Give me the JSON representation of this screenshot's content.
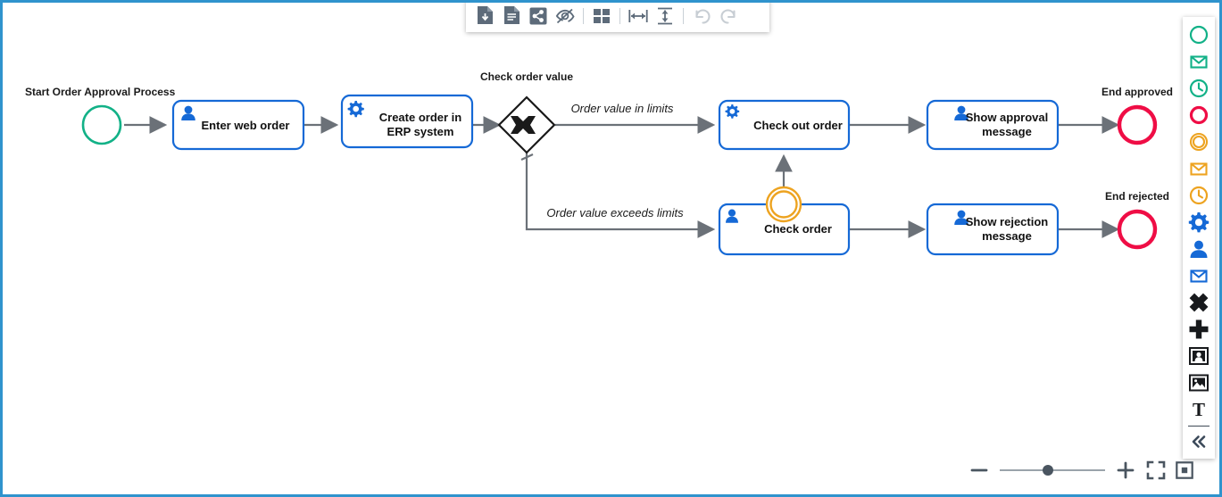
{
  "app": {
    "canvas_border_color": "#2f93cd",
    "background": "#ffffff"
  },
  "toolbar": {
    "items": [
      {
        "name": "download-file-icon",
        "label": "Download file"
      },
      {
        "name": "document-icon",
        "label": "Document"
      },
      {
        "name": "share-icon",
        "label": "Share"
      },
      {
        "name": "eye-off-icon",
        "label": "Hide"
      },
      {
        "name": "grid-layout-icon",
        "label": "Layout"
      },
      {
        "name": "distribute-horizontal-icon",
        "label": "Distribute horizontally"
      },
      {
        "name": "distribute-vertical-icon",
        "label": "Distribute vertically"
      },
      {
        "name": "undo-icon",
        "label": "Undo"
      },
      {
        "name": "redo-icon",
        "label": "Redo"
      }
    ]
  },
  "palette": {
    "items": [
      {
        "name": "start-event-icon",
        "label": "Start event",
        "color": "#12b187"
      },
      {
        "name": "message-start-event-icon",
        "label": "Message start event",
        "color": "#12b187"
      },
      {
        "name": "timer-start-event-icon",
        "label": "Timer start event",
        "color": "#12b187"
      },
      {
        "name": "end-event-icon",
        "label": "End event",
        "color": "#ef0d45"
      },
      {
        "name": "intermediate-event-icon",
        "label": "Intermediate event",
        "color": "#eda320"
      },
      {
        "name": "message-intermediate-event-icon",
        "label": "Message intermediate event",
        "color": "#eda320"
      },
      {
        "name": "timer-intermediate-event-icon",
        "label": "Timer intermediate event",
        "color": "#eda320"
      },
      {
        "name": "service-task-icon",
        "label": "Service task",
        "color": "#1569d6"
      },
      {
        "name": "user-task-icon",
        "label": "User task",
        "color": "#1569d6"
      },
      {
        "name": "send-task-icon",
        "label": "Send task",
        "color": "#1569d6"
      },
      {
        "name": "exclusive-gateway-icon",
        "label": "Exclusive gateway",
        "color": "#17191c"
      },
      {
        "name": "parallel-gateway-icon",
        "label": "Parallel gateway",
        "color": "#17191c"
      },
      {
        "name": "pool-icon",
        "label": "Pool",
        "color": "#17191c"
      },
      {
        "name": "image-icon",
        "label": "Image",
        "color": "#17191c"
      },
      {
        "name": "text-annotation-icon",
        "label": "Text annotation",
        "color": "#17191c"
      },
      {
        "name": "collapse-palette-icon",
        "label": "Collapse",
        "color": "#3c4a5a"
      }
    ]
  },
  "zoom_bar": {
    "zoom_out_label": "Zoom out",
    "zoom_in_label": "Zoom in",
    "fit_label": "Fit to screen",
    "actual_size_label": "Actual size",
    "slider_value": 45
  },
  "diagram": {
    "title": "Order Approval Process",
    "colors": {
      "start_event": "#12b187",
      "end_event": "#ef0d45",
      "boundary_event": "#eda320",
      "task_border": "#1569d6",
      "task_icon": "#1569d6",
      "gateway": "#1a1a1a",
      "connector": "#6b7178"
    },
    "labels": {
      "start": "Start Order Approval Process",
      "gateway": "Check order value",
      "end_approved": "End approved",
      "end_rejected": "End rejected"
    },
    "tasks": [
      {
        "id": "enter-web-order",
        "label": "Enter web order",
        "type": "user-task",
        "icon": "user-task-icon"
      },
      {
        "id": "create-order-erp",
        "label": "Create order in\nERP system",
        "line1": "Create order in",
        "line2": "ERP system",
        "type": "service-task",
        "icon": "service-task-icon"
      },
      {
        "id": "check-out-order",
        "label": "Check out order",
        "type": "service-task",
        "icon": "service-task-icon"
      },
      {
        "id": "show-approval-message",
        "label": "Show approval\nmessage",
        "line1": "Show approval",
        "line2": "message",
        "type": "user-task",
        "icon": "user-task-icon"
      },
      {
        "id": "check-order",
        "label": "Check order",
        "type": "user-task",
        "icon": "user-task-icon",
        "boundary_event": "intermediate-event-icon"
      },
      {
        "id": "show-rejection-message",
        "label": "Show rejection\nmessage",
        "line1": "Show rejection",
        "line2": "message",
        "type": "user-task",
        "icon": "user-task-icon"
      }
    ],
    "flows": [
      {
        "id": "flow-in-limits",
        "label": "Order value in limits"
      },
      {
        "id": "flow-exceeds-limits",
        "label": "Order value exceeds limits"
      }
    ]
  }
}
